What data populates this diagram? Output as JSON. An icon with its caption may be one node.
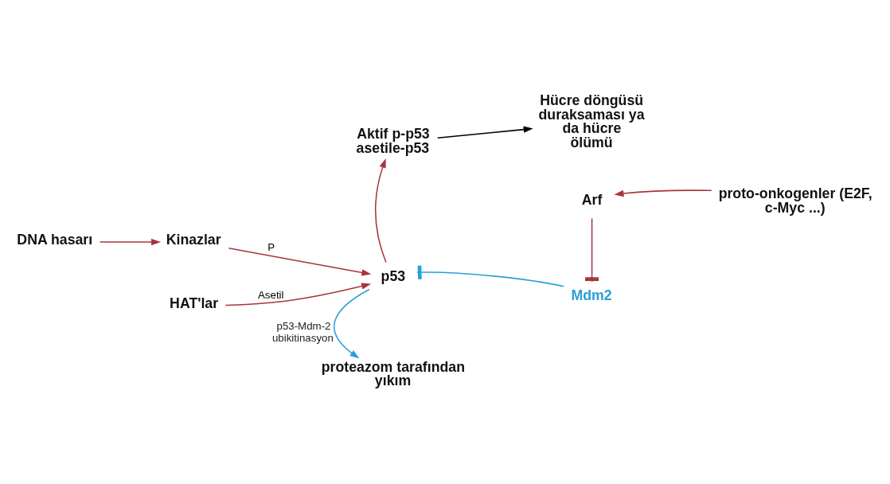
{
  "diagram": {
    "nodes": [
      {
        "text": [
          "Aktif p-p53 asetile-p53"
        ]
      },
      {
        "text": [
          "Hücre döngüsü duraksaması ya da hücre ölümü"
        ]
      },
      {
        "text": [
          "DNA hasarı"
        ]
      },
      {
        "text": [
          "Kinazlar"
        ]
      },
      {
        "text": [
          "p53"
        ]
      },
      {
        "text": [
          "Mdm2"
        ]
      },
      {
        "text": [
          "HAT'lar"
        ]
      },
      {
        "text": [
          "Arf"
        ]
      },
      {
        "text": [
          "proto-onkogenler (E2F, c-Myc ...)"
        ]
      },
      {
        "text": [
          "proteazom tarafından yıkım"
        ]
      }
    ],
    "edges": [
      {
        "from": 2,
        "to": 3,
        "arrow": "to"
      },
      {
        "from": 3,
        "to": 4,
        "arrow": "to",
        "label": "P"
      },
      {
        "from": 6,
        "to": 4,
        "arrow": "to",
        "label": "Asetil"
      },
      {
        "from": 4,
        "to": 0,
        "arrow": "to"
      },
      {
        "from": 0,
        "to": 1,
        "arrow": "to",
        "color": "#000000"
      },
      {
        "from": 5,
        "to": 4,
        "arrow": "other",
        "color": "#2a9fd8"
      },
      {
        "from": 4,
        "to": 9,
        "arrow": "to",
        "label": "p53-Mdm-2 ubikitinasyon",
        "color": "#2a9fd8"
      },
      {
        "from": 7,
        "to": 5,
        "arrow": "other"
      },
      {
        "from": 8,
        "to": 7,
        "arrow": "to"
      }
    ]
  }
}
